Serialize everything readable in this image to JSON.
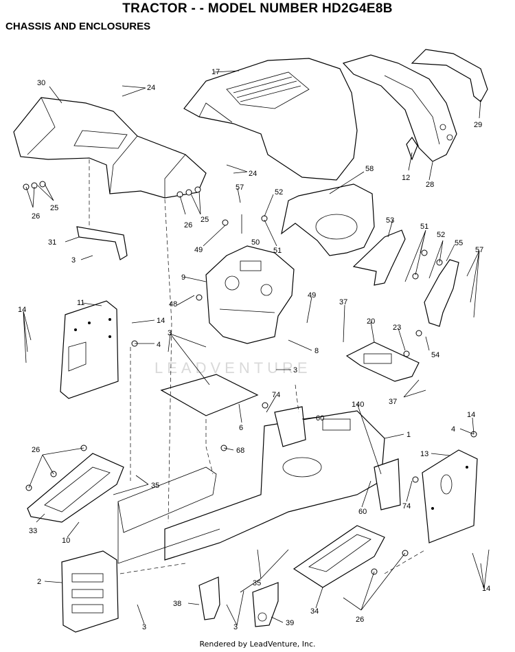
{
  "header": {
    "title": "TRACTOR - - MODEL NUMBER HD2G4E8B",
    "subtitle": "CHASSIS AND ENCLOSURES"
  },
  "watermark": "LEADVENTURE",
  "footer": "Rendered by LeadVenture, Inc.",
  "callouts": [
    "30",
    "24",
    "17",
    "29",
    "24",
    "25",
    "26",
    "25",
    "26",
    "57",
    "52",
    "58",
    "12",
    "28",
    "31",
    "3",
    "50",
    "49",
    "51",
    "53",
    "51",
    "52",
    "55",
    "57",
    "9",
    "49",
    "14",
    "11",
    "14",
    "4",
    "48",
    "37",
    "20",
    "23",
    "3",
    "8",
    "3",
    "54",
    "37",
    "6",
    "74",
    "140",
    "60",
    "1",
    "14",
    "4",
    "68",
    "26",
    "35",
    "13",
    "33",
    "10",
    "60",
    "74",
    "2",
    "35",
    "14",
    "38",
    "3",
    "39",
    "34",
    "26",
    "3"
  ]
}
